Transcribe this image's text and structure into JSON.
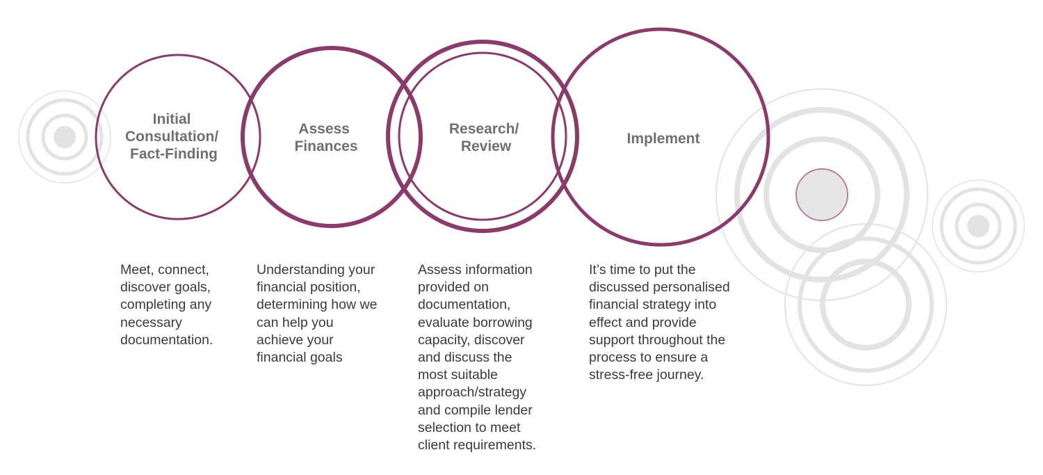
{
  "colors": {
    "accent": "#8b3a6a",
    "decor": "#e3e3e3",
    "title_text": "#707070",
    "body_text": "#3a3a3a"
  },
  "steps": [
    {
      "title_lines": [
        "Initial",
        "Consultation/",
        "Fact-Finding"
      ],
      "description": "Meet, connect,\ndiscover goals,\ncompleting any\nnecessary\ndocumentation."
    },
    {
      "title_lines": [
        "Assess",
        "Finances"
      ],
      "description": "Understanding your\nfinancial position,\ndetermining how we\ncan help you\nachieve your\nfinancial goals"
    },
    {
      "title_lines": [
        "Research/",
        "Review"
      ],
      "description": "Assess information\nprovided on\ndocumentation,\nevaluate borrowing\ncapacity, discover\nand discuss the\nmost suitable\napproach/strategy\nand compile lender\nselection to meet\nclient requirements."
    },
    {
      "title_lines": [
        "Implement"
      ],
      "description": "It’s time to put the\ndiscussed personalised\nfinancial strategy into\neffect and provide\nsupport throughout the\nprocess to ensure a\nstress-free journey."
    }
  ]
}
